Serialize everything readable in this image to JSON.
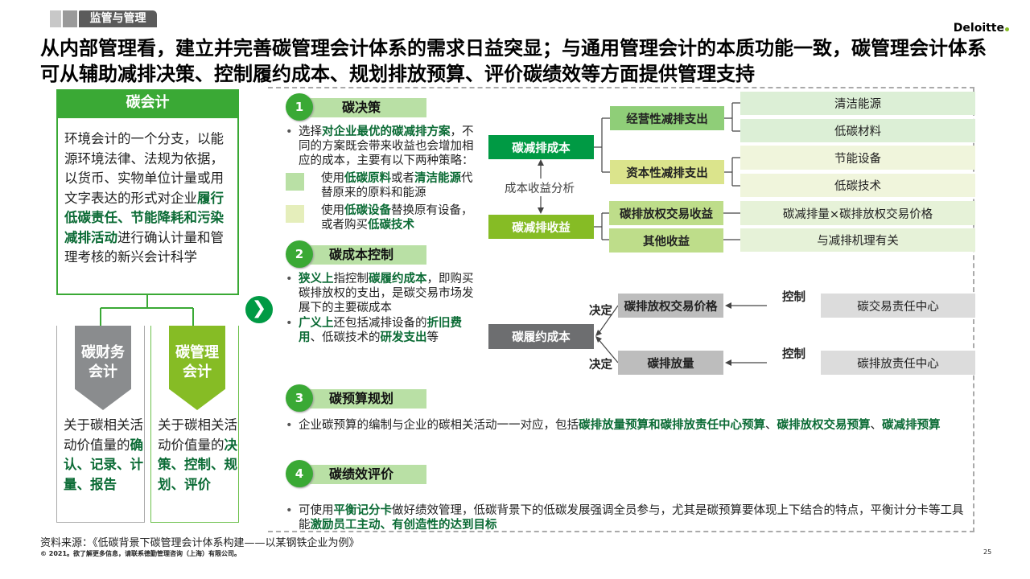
{
  "header": {
    "section_tag": "监管与管理",
    "logo": "Deloitte",
    "title": "从内部管理看，建立并完善碳管理会计体系的需求日益突显；与通用管理会计的本质功能一致，碳管理会计体系可从辅助减排决策、控制履约成本、规划排放预算、评价碳绩效等方面提供管理支持"
  },
  "left": {
    "heading": "碳会计",
    "definition": [
      {
        "t": "环境会计的一个分支，以能源环境法律、法规为依据，以货币、实物单位计量或用文字表达的形式对企业"
      },
      {
        "t": "履行低碳责任、节能降耗和污染减排活动",
        "b": 1
      },
      {
        "t": "进行确认计量和管理考核的新兴会计科学"
      }
    ],
    "cards": [
      {
        "title": "碳财务会计",
        "desc": [
          {
            "t": "关于碳相关活动价值量的"
          },
          {
            "t": "确认、记录、计量、报告",
            "b": 1
          }
        ]
      },
      {
        "title": "碳管理会计",
        "desc": [
          {
            "t": "关于碳相关活动价值量的"
          },
          {
            "t": "决策、控制、规划、评价",
            "b": 1
          }
        ]
      }
    ]
  },
  "sections": [
    {
      "num": "1",
      "title": "碳决策",
      "bullet": [
        {
          "t": "选择"
        },
        {
          "t": "对企业最优的碳减排方案",
          "b": 1
        },
        {
          "t": "，不同的方案既会带来收益也会增加相应的成本，主要有以下两种策略："
        }
      ],
      "strategies": [
        [
          {
            "t": "使用"
          },
          {
            "t": "低碳原料",
            "b": 1
          },
          {
            "t": "或者"
          },
          {
            "t": "清洁能源",
            "b": 1
          },
          {
            "t": "代替原来的原料和能源"
          }
        ],
        [
          {
            "t": "使用"
          },
          {
            "t": "低碳设备",
            "b": 1
          },
          {
            "t": "替换原有设备，或者购买"
          },
          {
            "t": "低碳技术",
            "b": 1
          }
        ]
      ]
    },
    {
      "num": "2",
      "title": "碳成本控制",
      "bullets": [
        [
          {
            "t": "狭义上",
            "b": 1
          },
          {
            "t": "指控制"
          },
          {
            "t": "碳履约成本",
            "b": 1
          },
          {
            "t": "，即购买碳排放权的支出，是碳交易市场发展下的主要碳成本"
          }
        ],
        [
          {
            "t": "广义上",
            "b": 1
          },
          {
            "t": "还包括减排设备的"
          },
          {
            "t": "折旧费用",
            "b": 1
          },
          {
            "t": "、低碳技术的"
          },
          {
            "t": "研发支出",
            "b": 1
          },
          {
            "t": "等"
          }
        ]
      ]
    },
    {
      "num": "3",
      "title": "碳预算规划",
      "bullet": [
        {
          "t": "企业碳预算的编制与企业的碳相关活动一一对应，包括"
        },
        {
          "t": "碳排放量预算和碳排放责任中心预算",
          "b": 1
        },
        {
          "t": "、"
        },
        {
          "t": "碳排放权交易预算",
          "b": 1
        },
        {
          "t": "、"
        },
        {
          "t": "碳减排预算",
          "b": 1
        }
      ]
    },
    {
      "num": "4",
      "title": "碳绩效评价",
      "bullet": [
        {
          "t": "可使用"
        },
        {
          "t": "平衡记分卡",
          "b": 1
        },
        {
          "t": "做好绩效管理，低碳背景下的低碳发展强调全员参与，尤其是碳预算要体现上下结合的特点，平衡计分卡等工具能"
        },
        {
          "t": "激励员工主动、有创造性的达到目标",
          "b": 1
        }
      ]
    }
  ],
  "diagram1": {
    "cost": "碳减排成本",
    "benefit": "碳减排收益",
    "analysis": "成本收益分析",
    "op_exp": "经营性减排支出",
    "cap_exp": "资本性减排支出",
    "trade_income": "碳排放权交易收益",
    "other_income": "其他收益",
    "clean_energy": "清洁能源",
    "low_carbon_material": "低碳材料",
    "energy_equipment": "节能设备",
    "low_carbon_tech": "低碳技术",
    "trade_formula": "碳减排量×碳排放权交易价格",
    "other_desc": "与减排机理有关"
  },
  "diagram2": {
    "compliance_cost": "碳履约成本",
    "price": "碳排放权交易价格",
    "emissions": "碳排放量",
    "trade_center": "碳交易责任中心",
    "emission_center": "碳排放责任中心",
    "decide": "决定",
    "control": "控制"
  },
  "colors": {
    "green": "#3aa935",
    "dark_green": "#009a44",
    "lime": "#86bc25",
    "gray": "#75787b"
  },
  "footer": {
    "source": "资料来源：《低碳背景下碳管理会计体系构建——以某钢铁企业为例》",
    "copyright": "© 2021。欲了解更多信息，请联系德勤管理咨询（上海）有限公司。",
    "page": "25"
  }
}
